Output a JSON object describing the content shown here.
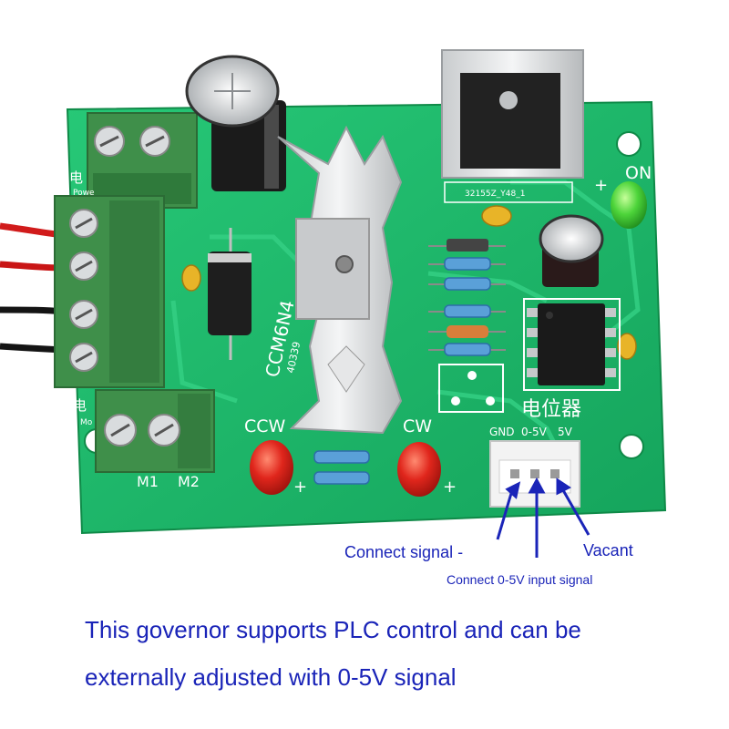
{
  "board": {
    "chip_label": "CCM6N4",
    "chip_code": "40339",
    "regulator_code": "32155Z_Y48_1",
    "led_label": "ON",
    "ccw_label": "CCW",
    "cw_label": "CW",
    "pot_label": "电位器",
    "power_label_cn": "电",
    "power_label_en": "Powe",
    "motor_label_cn": "电",
    "motor_label_en": "Mo",
    "m1_label": "M1",
    "m2_label": "M2",
    "pin_gnd": "GND",
    "pin_05v": "0-5V",
    "pin_5v": "5V",
    "plus": "+",
    "colors": {
      "pcb": "#1fb56a",
      "terminal": "#3f8f4a",
      "led_red": "#e0261c",
      "led_green": "#4dd43a",
      "capacitor": "#e8b428",
      "text": "#1a24b8"
    }
  },
  "callouts": {
    "signal_minus": "Connect signal -",
    "vacant": "Vacant",
    "input_signal": "Connect 0-5V input signal"
  },
  "caption": {
    "line1": "This governor supports PLC control and can be",
    "line2": "externally adjusted with 0-5V signal"
  }
}
